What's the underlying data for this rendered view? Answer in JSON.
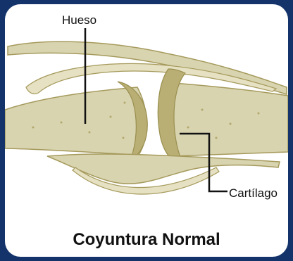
{
  "colors": {
    "frame": "#14336b",
    "card": "#ffffff",
    "bone_fill": "#d9d4b0",
    "bone_stroke": "#a59a5c",
    "cartilage": "#b9ae73",
    "leader_line": "#111111"
  },
  "labels": {
    "bone": "Hueso",
    "cartilage": "Cartílago"
  },
  "caption": "Coyuntura Normal"
}
